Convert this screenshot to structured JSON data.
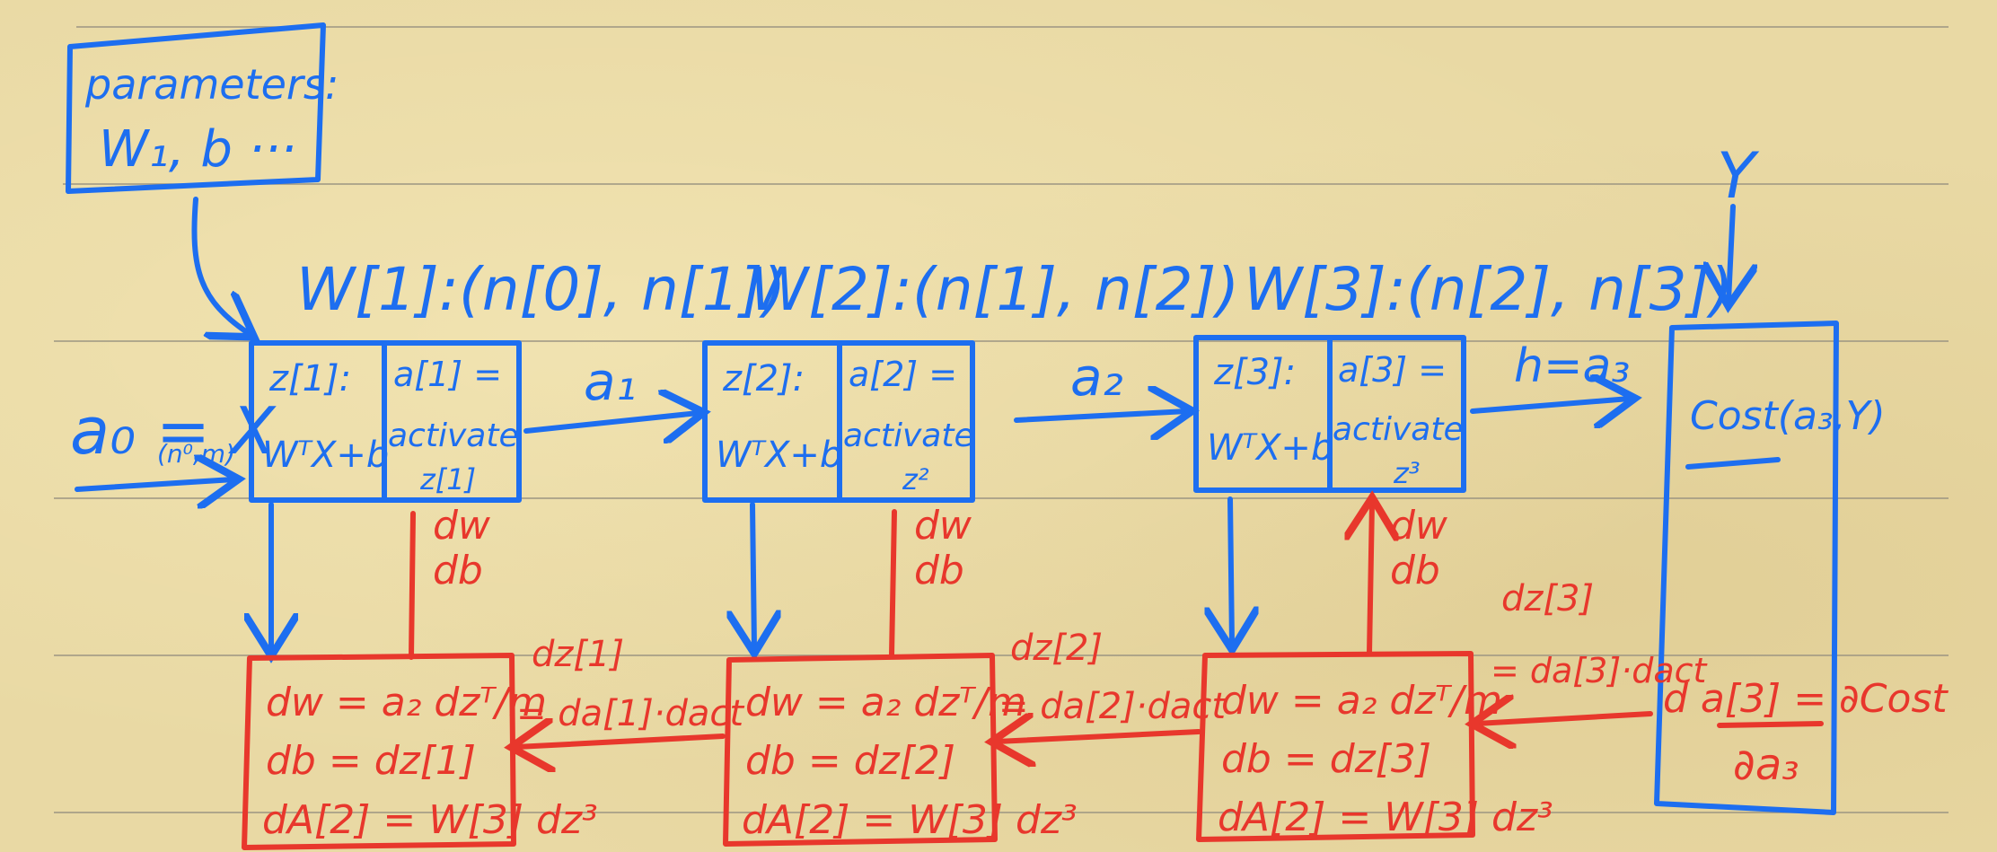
{
  "params_box": {
    "line1": "parameters:",
    "line2": "W₁, b ···"
  },
  "input_label": "a₀ = X",
  "input_dims": "(n⁰,m)",
  "target_label": "Y",
  "forward_layers": [
    {
      "weight_shape": "W[1]:(n[0], n[1])",
      "z_top": "z[1]:",
      "z_bottom": "WᵀX+b",
      "a_top": "a[1] =",
      "a_mid": "activate",
      "a_bottom": "z[1]"
    },
    {
      "weight_shape": "W[2]:(n[1], n[2])",
      "z_top": "z[2]:",
      "z_bottom": "WᵀX+b",
      "a_top": "a[2] =",
      "a_mid": "activate",
      "a_bottom": "z²"
    },
    {
      "weight_shape": "W[3]:(n[2], n[3])",
      "z_top": "z[3]:",
      "z_bottom": "WᵀX+b",
      "a_top": "a[3] =",
      "a_mid": "activate",
      "a_bottom": "z³"
    }
  ],
  "forward_arrows": [
    "a₁",
    "a₂",
    "h=a₃"
  ],
  "cost_box": {
    "label": "Cost(a₃,Y)",
    "deriv_top": "d a[3] = ∂Cost",
    "deriv_bottom": "∂a₃"
  },
  "backward_blocks": [
    {
      "line1": "dw = a₂ dzᵀ/m",
      "line2": "db = dz[1]",
      "line3": "dA[2] = W[3] dz³"
    },
    {
      "line1": "dw = a₂ dzᵀ/m",
      "line2": "db = dz[2]",
      "line3": "dA[2] = W[3] dz³"
    },
    {
      "line1": "dw = a₂ dzᵀ/m",
      "line2": "db = dz[3]",
      "line3": "dA[2] = W[3] dz³"
    }
  ],
  "grad_labels": [
    {
      "dw": "dw",
      "db": "db"
    },
    {
      "dw": "dw",
      "db": "db"
    },
    {
      "dw": "dw",
      "db": "db"
    }
  ],
  "dz_labels": [
    {
      "top": "dz[1]",
      "bottom": "= da[1]·dact"
    },
    {
      "top": "dz[2]",
      "bottom": "= da[2]·dact"
    },
    {
      "top": "dz[3]",
      "bottom": "= da[3]·dact"
    }
  ],
  "colors": {
    "paper": "#e9d9a4",
    "forward": "#1d6ef0",
    "backward": "#e8372c",
    "rule": "#9c9582"
  }
}
